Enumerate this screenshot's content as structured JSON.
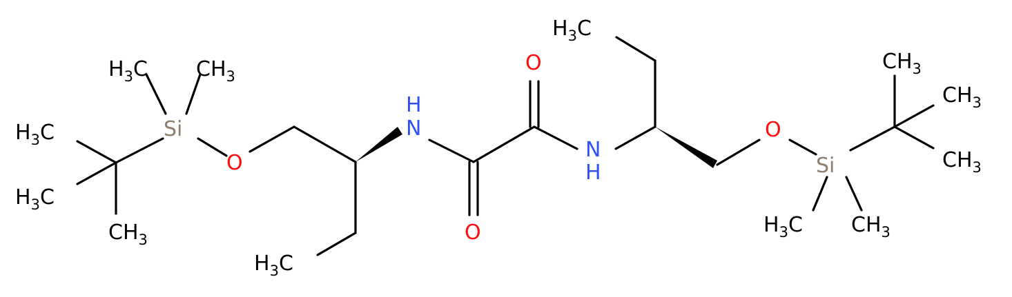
{
  "colors": {
    "carbon": "#000000",
    "nitrogen": "#3050F8",
    "oxygen": "#FF0D0D",
    "silicon": "#8F7F6F",
    "background": "#FFFFFF"
  },
  "atoms": {
    "left": {
      "ch3_top_left": {
        "main": "H",
        "sub": "3",
        "tail": "C"
      },
      "ch3_top_right": {
        "main": "CH",
        "sub": "3"
      },
      "si": "Si",
      "ch3_left_upper": {
        "main": "H",
        "sub": "3",
        "tail": "C"
      },
      "ch3_left_lower": {
        "main": "H",
        "sub": "3",
        "tail": "C"
      },
      "ch3_bottom": {
        "main": "CH",
        "sub": "3"
      },
      "o_ether": "O",
      "nh": {
        "h": "H",
        "n": "N"
      },
      "ethyl_ch3": {
        "main": "H",
        "sub": "3",
        "tail": "C"
      }
    },
    "center": {
      "o_top": "O",
      "o_bottom": "O"
    },
    "right": {
      "ethyl_ch3": {
        "main": "H",
        "sub": "3",
        "tail": "C"
      },
      "nh": {
        "n": "N",
        "h": "H"
      },
      "o_ether": "O",
      "si": "Si",
      "ch3_top": {
        "main": "CH",
        "sub": "3"
      },
      "ch3_right_upper": {
        "main": "CH",
        "sub": "3"
      },
      "ch3_right_lower": {
        "main": "CH",
        "sub": "3"
      },
      "ch3_bottom_left": {
        "main": "H",
        "sub": "3",
        "tail": "C"
      },
      "ch3_bottom_right": {
        "main": "CH",
        "sub": "3"
      }
    }
  }
}
